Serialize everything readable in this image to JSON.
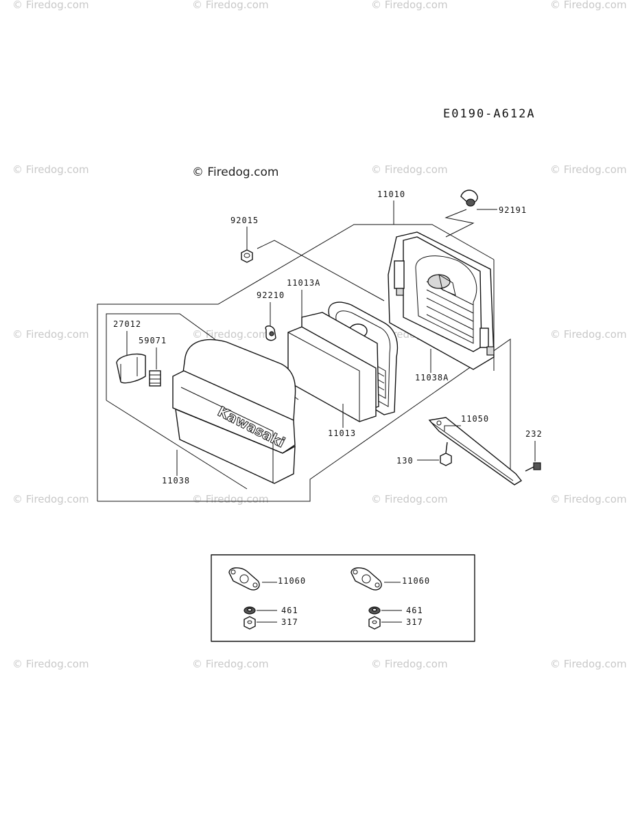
{
  "diagram_code": "E0190-A612A",
  "watermark": "© Firedog.com",
  "main_watermark": "© Firedog.com",
  "cover_brand": "Kawasaki",
  "labels": {
    "p11010": "11010",
    "p92191": "92191",
    "p92015": "92015",
    "p11013A": "11013A",
    "p92210": "92210",
    "p27012": "27012",
    "p59071": "59071",
    "p11038A": "11038A",
    "p11050": "11050",
    "p232": "232",
    "p11013": "11013",
    "p130": "130",
    "p11038": "11038",
    "inset_a_11060": "11060",
    "inset_a_461": "461",
    "inset_a_317": "317",
    "inset_b_11060": "11060",
    "inset_b_461": "461",
    "inset_b_317": "317"
  }
}
